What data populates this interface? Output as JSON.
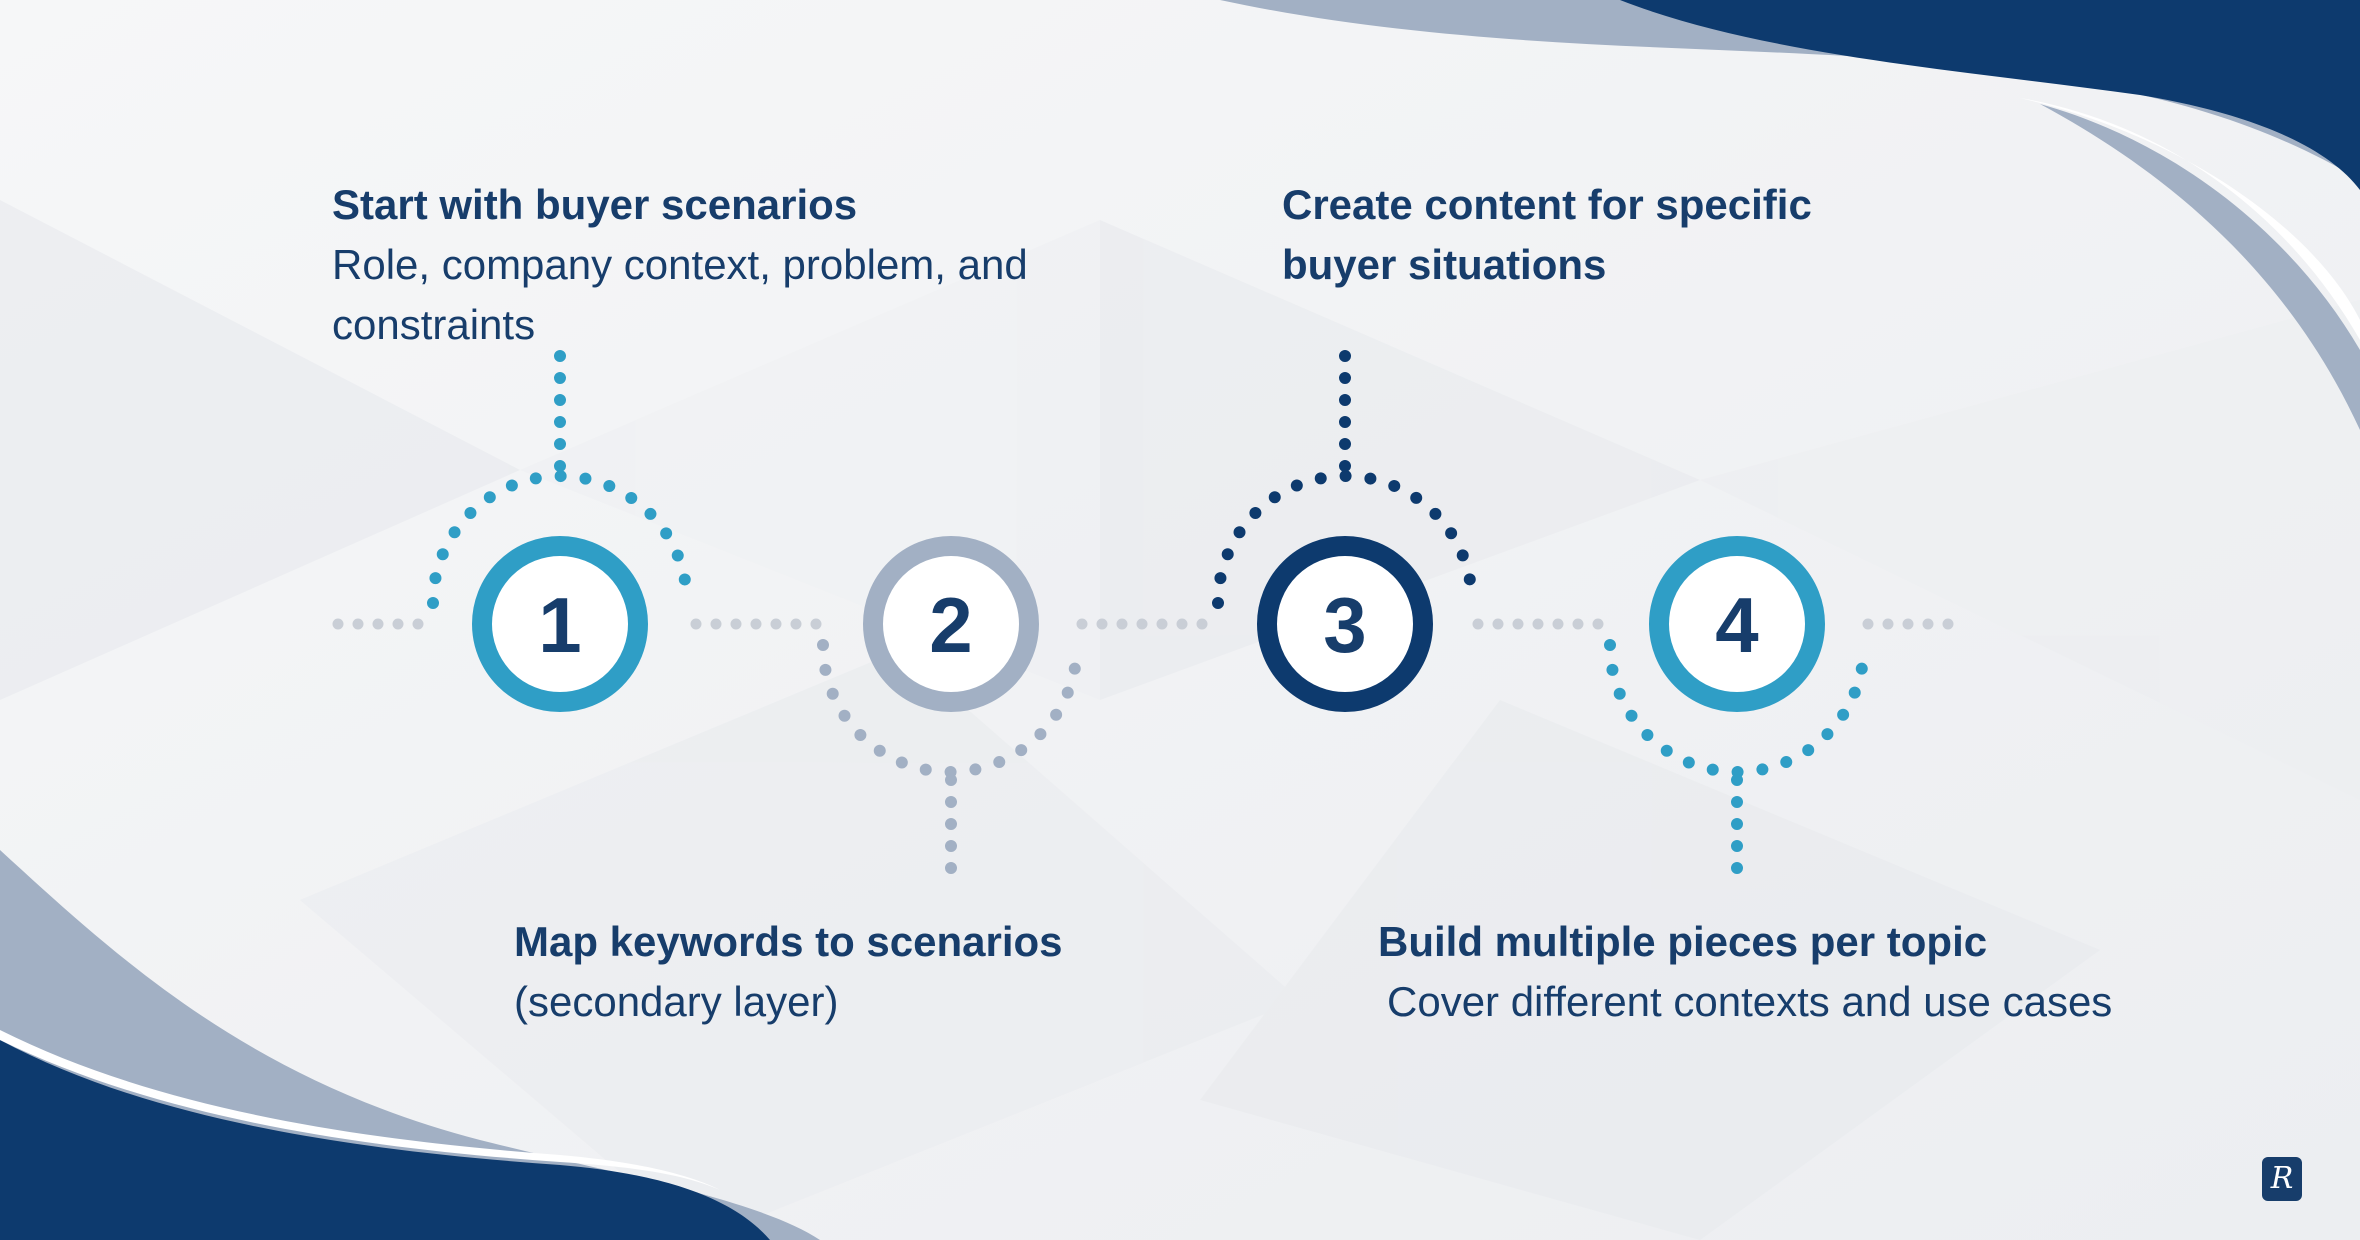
{
  "colors": {
    "navy": "#0d3a6e",
    "dark_navy": "#173d6b",
    "slate": "#a2b0c4",
    "teal": "#2f9ec6",
    "background": "#f3f4f6"
  },
  "steps": [
    {
      "number": "1",
      "title": "Start with buyer scenarios",
      "subtitle_line1": "Role, company context, problem, and",
      "subtitle_line2": "constraints",
      "color": "teal"
    },
    {
      "number": "2",
      "title": "Map keywords to scenarios",
      "subtitle_line1": "(secondary layer)",
      "color": "slate"
    },
    {
      "number": "3",
      "title_line1": "Create content for specific",
      "title_line2": "buyer situations",
      "color": "navy"
    },
    {
      "number": "4",
      "title": "Build multiple pieces per topic",
      "subtitle_line1": "Cover different contexts and use cases",
      "color": "teal"
    }
  ],
  "logo": {
    "letter": "R",
    "icon": "brand-logo-icon"
  }
}
